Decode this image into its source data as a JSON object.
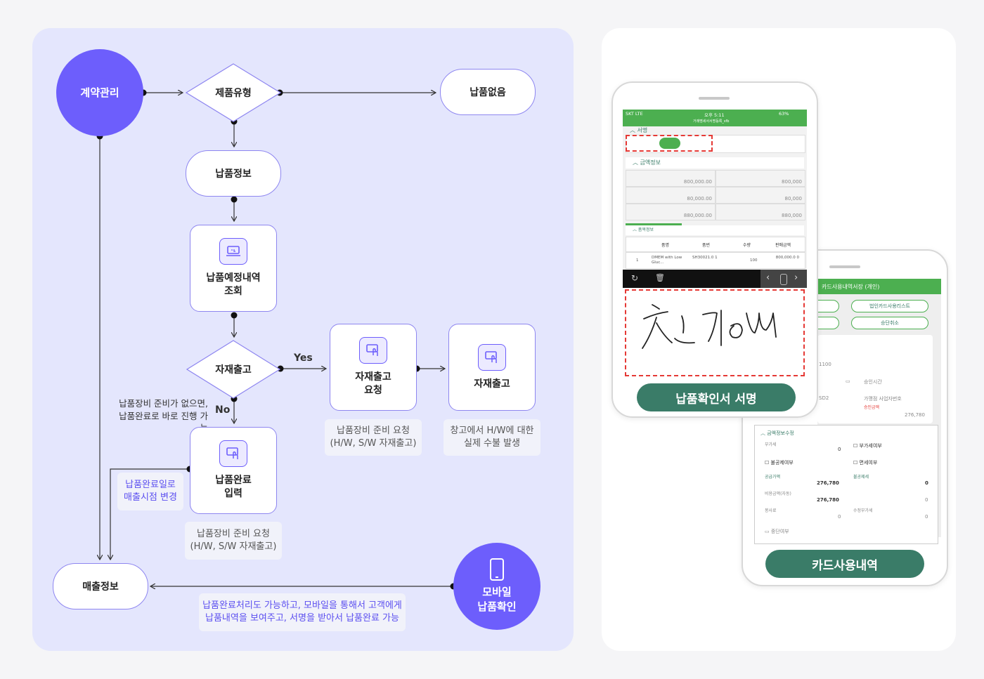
{
  "flow": {
    "start": "계약관리",
    "product_type": "제품유형",
    "no_delivery": "납품없음",
    "delivery_info": "납품정보",
    "planned_line1": "납품예정내역",
    "planned_line2": "조회",
    "material_out": "자재출고",
    "yes_label": "Yes",
    "no_label": "No",
    "request_line1": "자재출고",
    "request_line2": "요청",
    "material_out_card": "자재출고",
    "complete_line1": "납품완료",
    "complete_line2": "입력",
    "sales_info": "매출정보",
    "mobile_line1": "모바일",
    "mobile_line2": "납품확인",
    "skip_note_line1": "납품장비 준비가 없으면,",
    "skip_note_line2": "납품완료로 바로 진행 가능",
    "request_note_line1": "납품장비 준비 요청",
    "request_note_line2": "(H/W, S/W 자재출고)",
    "warehouse_note_line1": "창고에서 H/W에 대한",
    "warehouse_note_line2": "실제 수불 발생",
    "complete_note_line1": "납품장비 준비 요청",
    "complete_note_line2": "(H/W, S/W 자재출고)",
    "sales_change_line1": "납품완료일로",
    "sales_change_line2": "매출시점 변경",
    "mobile_note_line1": "납품완료처리도 가능하고, 모바일을 통해서 고객에게",
    "mobile_note_line2": "납품내역을 보여주고, 서명을 받아서 납품완료 가능"
  },
  "phone_front": {
    "carrier": "SKT  LTE",
    "clock": "오후 5:11",
    "battery": "63%",
    "doc_title": "거래명세서서명등록_sfb",
    "signature_section": "서명",
    "amount_section": "금액정보",
    "amounts": [
      "800,000.00",
      "800,000",
      "80,000.00",
      "80,000",
      "880,000.00",
      "880,000"
    ],
    "item_section": "품목정보",
    "table_headers": [
      "품명",
      "품번",
      "수량",
      "판매금액"
    ],
    "row_no": "1",
    "row_name": "DMEM with Low Gluc...",
    "row_code": "SH30021.0 1",
    "row_qty": "100",
    "row_amount": "800,000.0 0",
    "button": "납품확인서 서명"
  },
  "phone_back": {
    "header": "카드사용내역서장 (개인)",
    "corp_card_list": "법인카드사용리스트",
    "approve_cancel": "승단취소",
    "field_1100": "1100",
    "approval_time": "승인시간",
    "field_sd2": "SD2",
    "merchant_no": "가맹점 사업자번호",
    "approval_amount": "승인금액",
    "approval_value": "276,780",
    "edit_section": "금액정보수정",
    "vat_label": "부가세",
    "vat_value": "0",
    "vat_yn": "부가세여부",
    "nondeduct": "불공제여부",
    "tax_free": "면세여부",
    "supply": "공급가액",
    "nondeduct_tax": "불공제세",
    "supply_value": "276,780",
    "nondeduct_value": "0",
    "nondeduct_amount": "비용금액(자동)",
    "nondeduct_amount_value": "276,780",
    "other_value": "0",
    "tip": "봉사료",
    "tip_value": "0",
    "tax_adjust": "수정부가세",
    "tax_adjust_value": "0",
    "cancel_yn": "중단여부",
    "button": "카드사용내역"
  }
}
